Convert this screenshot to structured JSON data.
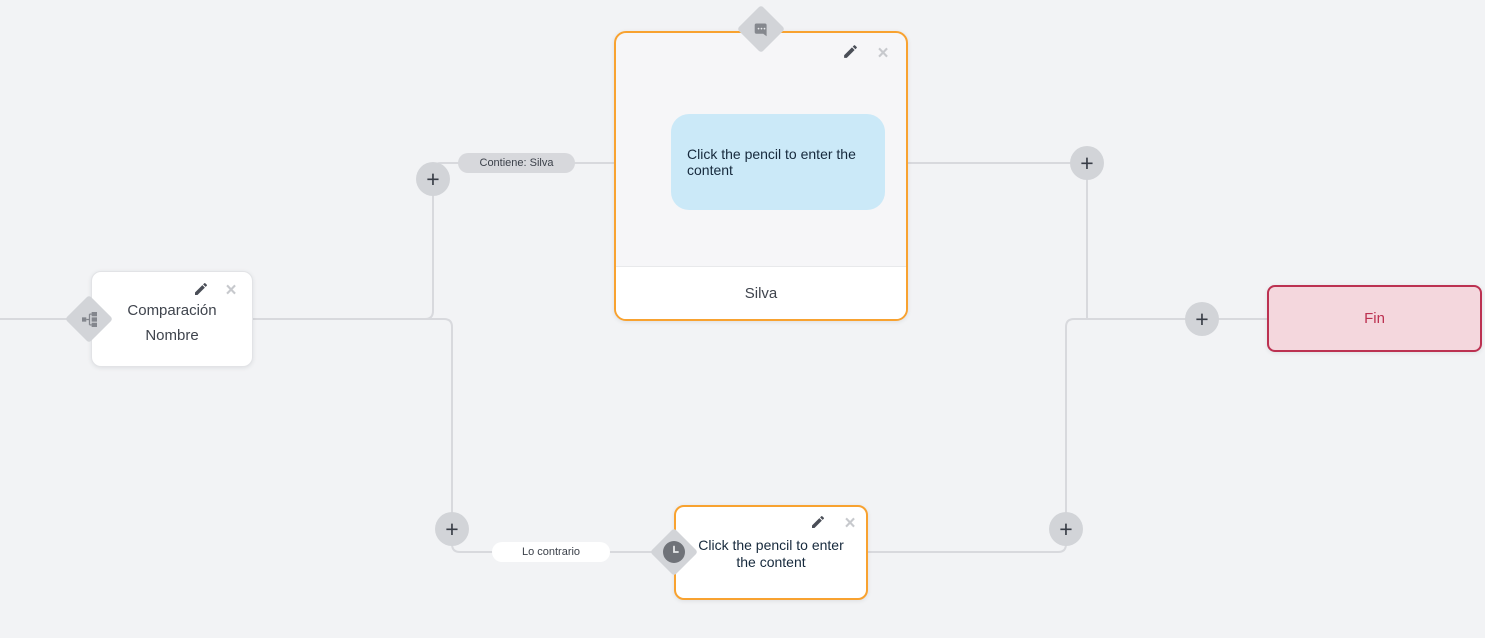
{
  "flow": {
    "background_color": "#f2f3f5",
    "connector_color": "#d8d9dd",
    "accent_orange": "#f8a230",
    "plus_symbol": "+",
    "close_symbol": "×"
  },
  "edges": {
    "condition_true_label": "Contiene: Silva",
    "condition_false_label": "Lo contrario"
  },
  "icons": {
    "condition_type": "sitemap-icon",
    "message_type": "chat-dots-icon",
    "delay_type": "clock-icon",
    "edit": "pencil-icon",
    "delete": "close-icon",
    "add": "plus-icon"
  },
  "nodes": {
    "condition": {
      "line1": "Comparación",
      "line2": "Nombre"
    },
    "message": {
      "bubble_text": "Click the pencil to enter the content",
      "footer_label": "Silva"
    },
    "delay": {
      "text": "Click the pencil to enter the content"
    },
    "end": {
      "label": "Fin",
      "background": "#f4d7dd",
      "border": "#bc3151"
    }
  }
}
